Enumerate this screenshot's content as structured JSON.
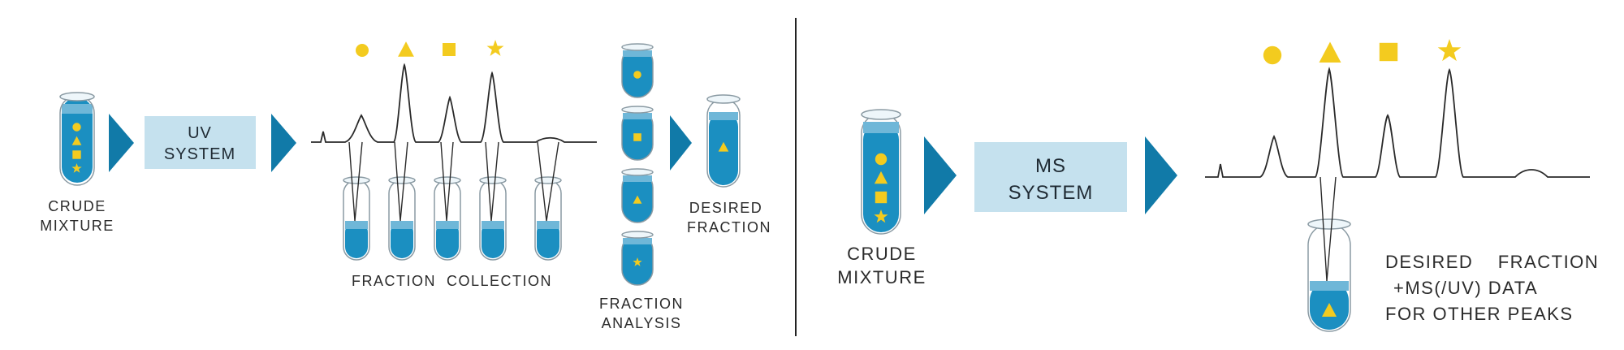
{
  "left_panel": {
    "crude_mixture_label": [
      "CRUDE",
      "MIXTURE"
    ],
    "uv_system_label": [
      "UV",
      "SYSTEM"
    ],
    "fraction_collection_label": "FRACTION  COLLECTION",
    "fraction_analysis_label": [
      "FRACTION",
      "ANALYSIS"
    ],
    "desired_fraction_label": [
      "DESIRED",
      "FRACTION"
    ]
  },
  "right_panel": {
    "crude_mixture_label": [
      "CRUDE",
      "MIXTURE"
    ],
    "ms_system_label": [
      "MS",
      "SYSTEM"
    ],
    "result_label": [
      "DESIRED    FRACTION",
      "+MS(/UV) DATA",
      "FOR OTHER PEAKS"
    ]
  },
  "compound_symbols": [
    "circle",
    "triangle",
    "square",
    "star"
  ],
  "colors": {
    "liquid": "#1b8fc1",
    "liquid_top": "#6fb7d8",
    "arrow": "#117aa8",
    "system_box": "#c5e1ee",
    "symbol": "#f3cb1f",
    "trace": "#2a2a2a"
  }
}
